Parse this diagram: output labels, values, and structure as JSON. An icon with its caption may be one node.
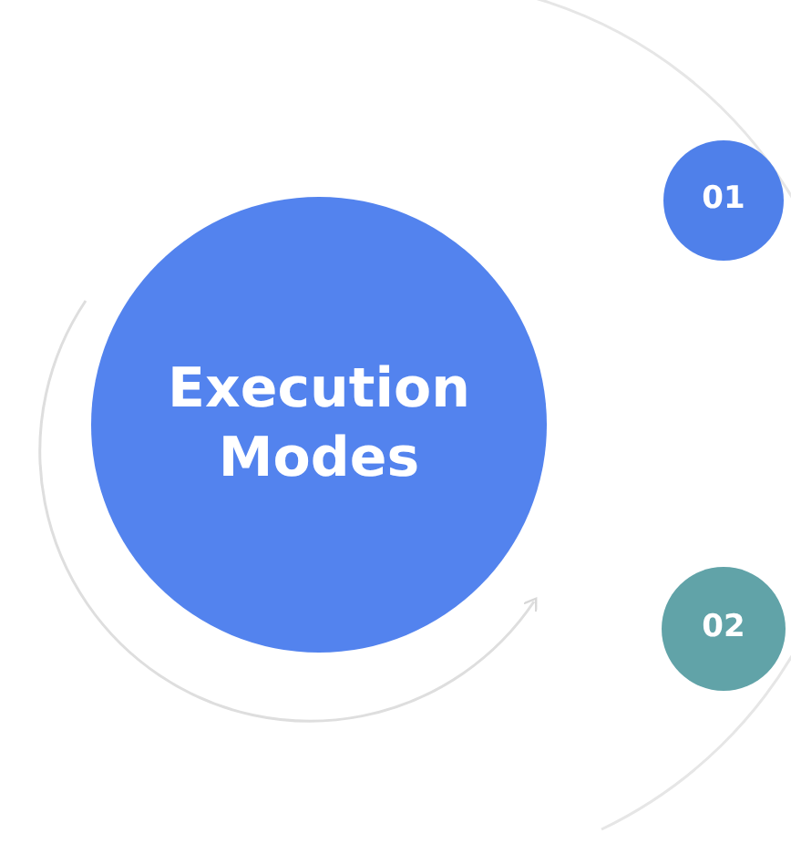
{
  "diagram": {
    "nodes": [
      {
        "text": [
          "Execution Modes"
        ]
      },
      {
        "text": [
          "01"
        ]
      },
      {
        "text": [
          "02"
        ]
      }
    ]
  }
}
